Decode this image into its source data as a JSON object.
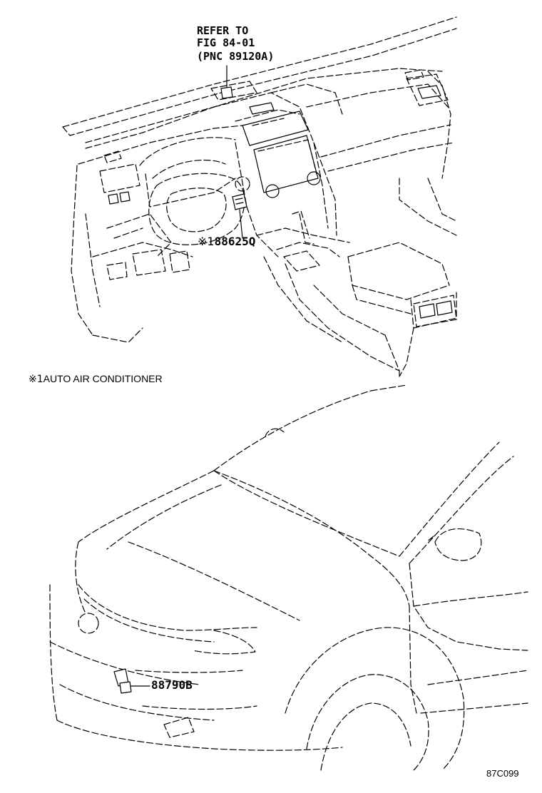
{
  "callouts": {
    "refer_line1": "REFER TO",
    "refer_line2": "FIG 84-01",
    "refer_line3": "(PNC 89120A)",
    "part_88625q_mark": "※1",
    "part_88625q": "88625Q",
    "part_88790b": "88790B"
  },
  "footnote": {
    "mark": "※1",
    "text": "AUTO AIR CONDITIONER"
  },
  "figure_id": "87C099"
}
